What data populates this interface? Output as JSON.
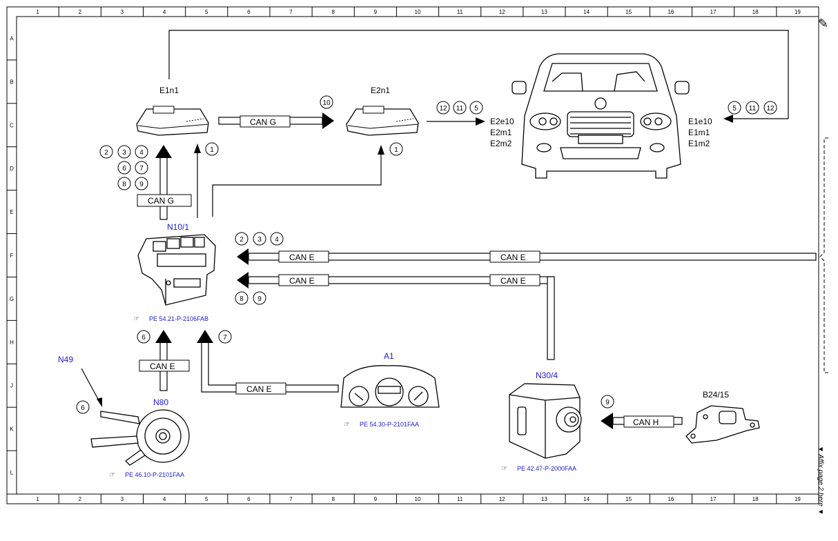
{
  "grid": {
    "columns": [
      "1",
      "2",
      "3",
      "4",
      "5",
      "6",
      "7",
      "8",
      "9",
      "10",
      "11",
      "12",
      "13",
      "14",
      "15",
      "16",
      "17",
      "18",
      "19"
    ],
    "rows": [
      "A",
      "B",
      "C",
      "D",
      "E",
      "F",
      "G",
      "H",
      "J",
      "K",
      "L"
    ]
  },
  "components": {
    "e1n1": "E1n1",
    "e2n1": "E2n1",
    "n10_1": "N10/1",
    "n49": "N49",
    "n80": "N80",
    "a1": "A1",
    "n30_4": "N30/4",
    "b24_15": "B24/15"
  },
  "vehicle_labels": {
    "left": [
      "E2e10",
      "E2m1",
      "E2m2"
    ],
    "right": [
      "E1e10",
      "E1m1",
      "E1m2"
    ]
  },
  "buses": {
    "can_g": "CAN G",
    "can_e": "CAN E",
    "can_h": "CAN H"
  },
  "circle_numbers": {
    "e1n1_group": [
      "2",
      "3",
      "4",
      "6",
      "7",
      "8",
      "9"
    ],
    "e1n1_wire": "1",
    "e2n1_top": "10",
    "e2n1_wire": "1",
    "left_vehicle": [
      "12",
      "11",
      "5"
    ],
    "right_vehicle": [
      "5",
      "11",
      "12"
    ],
    "n10_top": [
      "2",
      "3",
      "4"
    ],
    "n10_bottom": [
      "8",
      "9"
    ],
    "n10_left": "6",
    "n10_right": "7",
    "n49": "6",
    "n30": "9"
  },
  "references": {
    "n10_1": "PE 54.21-P-2106FAB",
    "a1": "PE 54.30-P-2101FAA",
    "n80": "PE 46.10-P-2101FAA",
    "n30_4": "PE 42.47-P-2000FAA"
  },
  "side_note": "▼ Affix page 2 here ▼"
}
